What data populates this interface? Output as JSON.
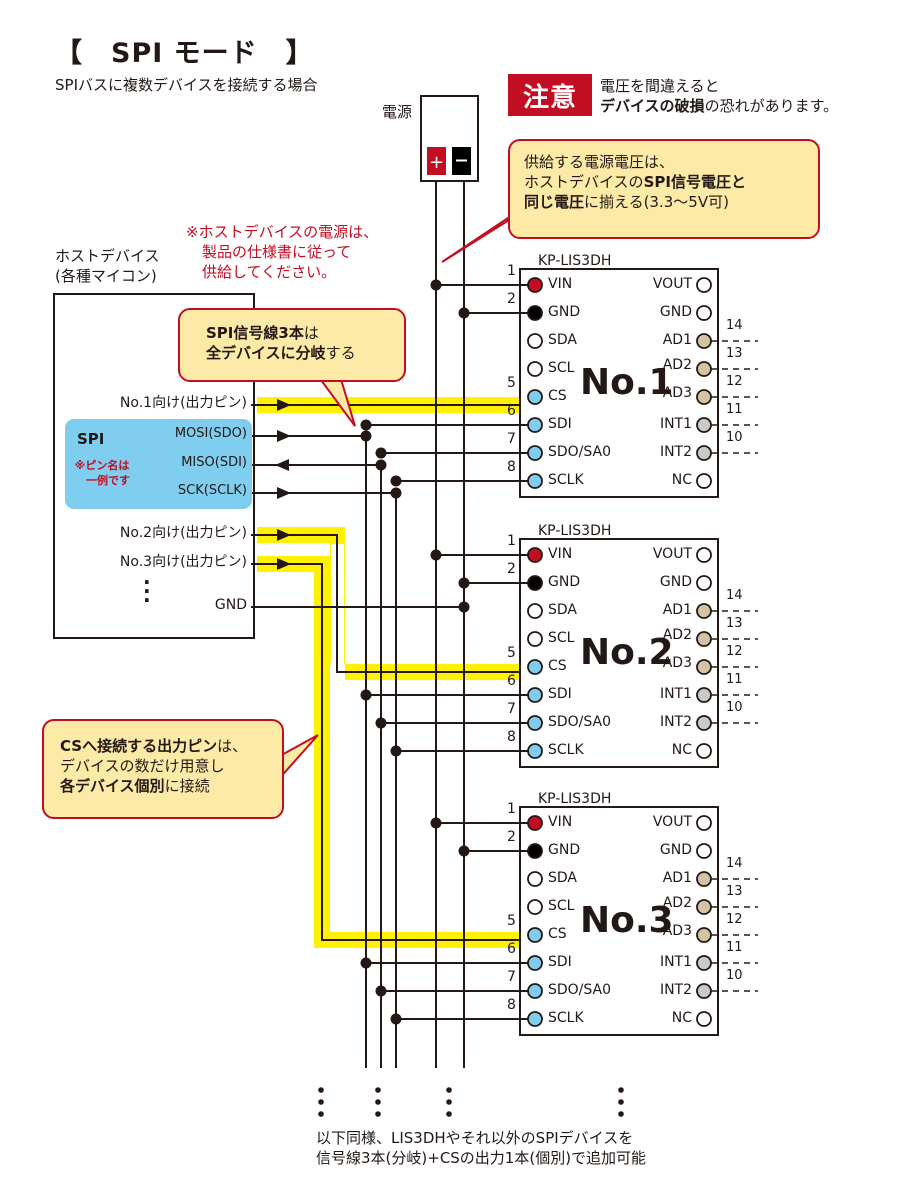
{
  "header": {
    "title": "【　SPI モード　】",
    "subtitle": "SPIバスに複数デバイスを接続する場合"
  },
  "power_supply": {
    "label": "電源",
    "plus_symbol": "+",
    "minus_symbol": "−",
    "plus_color": "#c30d23",
    "minus_color": "#000000"
  },
  "warning": {
    "badge": "注意",
    "line1": "電圧を間違えると",
    "line2_bold": "デバイスの破損",
    "line2_rest": "の恐れがあります。",
    "badge_color": "#c30d23"
  },
  "callouts": {
    "voltage": {
      "line1": "供給する電源電圧は、",
      "line2_normal": "ホストデバイスの",
      "line2_bold": "SPI信号電圧と",
      "line3_bold": "同じ電圧",
      "line3_rest": "に揃える(3.3〜5V可)"
    },
    "spi_branch": {
      "line1_bold": "SPI信号線3本",
      "line1_rest": "は",
      "line2_bold": "全デバイスに分岐",
      "line2_rest": "する"
    },
    "cs": {
      "line1_bold": "CSへ接続する出力ピン",
      "line1_rest": "は、",
      "line2": "デバイスの数だけ用意し",
      "line3_bold": "各デバイス個別",
      "line3_rest": "に接続"
    }
  },
  "host_note": {
    "line1": "※ホストデバイスの電源は、",
    "line2": "製品の仕様書に従って",
    "line3": "供給してください。"
  },
  "host": {
    "label_line1": "ホストデバイス",
    "label_line2": "(各種マイコン)",
    "signals": [
      {
        "label": "No.1向け(出力ピン)",
        "direction": "out"
      },
      {
        "label": "MOSI(SDO)",
        "direction": "out"
      },
      {
        "label": "MISO(SDI)",
        "direction": "in"
      },
      {
        "label": "SCK(SCLK)",
        "direction": "out"
      },
      {
        "label": "No.2向け(出力ピン)",
        "direction": "out"
      },
      {
        "label": "No.3向け(出力ピン)",
        "direction": "out"
      },
      {
        "label": "GND",
        "direction": "none"
      }
    ],
    "spi_group_title": "SPI",
    "spi_group_note_line1": "※ピン名は",
    "spi_group_note_line2": "一例です",
    "ellipsis": "⋮"
  },
  "devices": [
    {
      "model": "KP-LIS3DH",
      "name": "No.1"
    },
    {
      "model": "KP-LIS3DH",
      "name": "No.2"
    },
    {
      "model": "KP-LIS3DH",
      "name": "No.3"
    }
  ],
  "chip_pins": {
    "left": [
      {
        "num": "1",
        "label": "VIN",
        "color": "#c30d23",
        "connected": true
      },
      {
        "num": "2",
        "label": "GND",
        "color": "#000000",
        "connected": true
      },
      {
        "num": "",
        "label": "SDA",
        "color": "#ffffff",
        "connected": false
      },
      {
        "num": "",
        "label": "SCL",
        "color": "#ffffff",
        "connected": false
      },
      {
        "num": "5",
        "label": "CS",
        "color": "#7fcdef",
        "connected": true
      },
      {
        "num": "6",
        "label": "SDI",
        "color": "#7fcdef",
        "connected": true
      },
      {
        "num": "7",
        "label": "SDO/SA0",
        "color": "#7fcdef",
        "connected": true
      },
      {
        "num": "8",
        "label": "SCLK",
        "color": "#7fcdef",
        "connected": true
      }
    ],
    "right": [
      {
        "num": "",
        "label": "VOUT",
        "color": "#ffffff"
      },
      {
        "num": "",
        "label": "GND",
        "color": "#ffffff"
      },
      {
        "num": "14",
        "label": "AD1",
        "color": "#d3c4a3"
      },
      {
        "num": "13",
        "label": "AD2",
        "color": "#d3c4a3"
      },
      {
        "num": "12",
        "label": "AD3",
        "color": "#d3c4a3"
      },
      {
        "num": "11",
        "label": "INT1",
        "color": "#c9caca"
      },
      {
        "num": "10",
        "label": "INT2",
        "color": "#c9caca"
      },
      {
        "num": "",
        "label": "NC",
        "color": "#ffffff"
      }
    ]
  },
  "footer": {
    "line1": "以下同様、LIS3DHやそれ以外のSPIデバイスを",
    "line2": "信号線3本(分岐)+CSの出力1本(個別)で追加可能"
  },
  "colors": {
    "highlight": "#fff100",
    "callout_fill": "#fdeaa6",
    "callout_border": "#c30d23",
    "spi_group": "#7fcdef",
    "line": "#231815"
  }
}
